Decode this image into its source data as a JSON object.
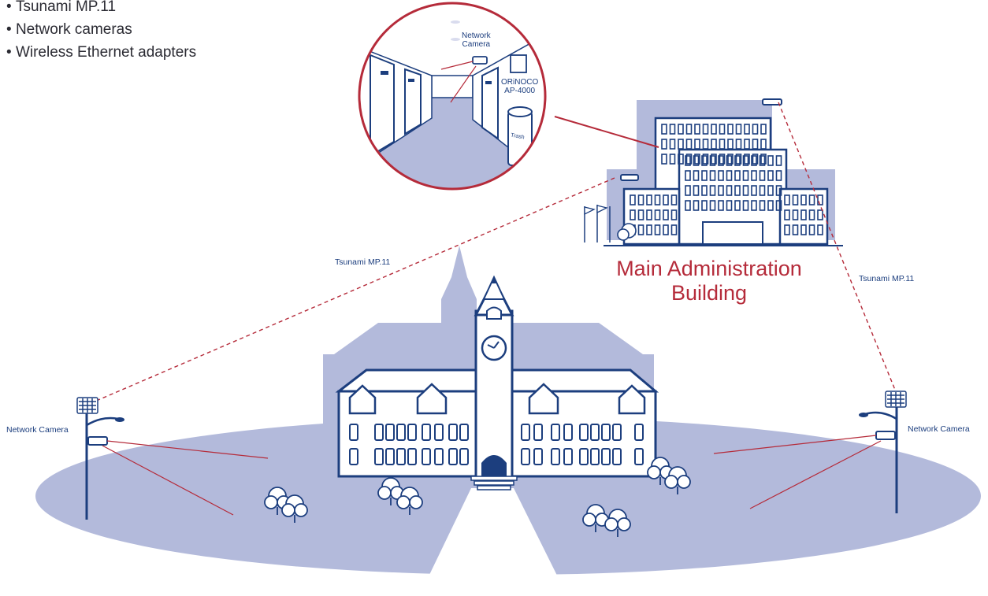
{
  "bullets": {
    "items": [
      "Tsunami MP.11",
      "Network cameras",
      "Wireless Ethernet adapters"
    ]
  },
  "labels": {
    "tsunami_left": "Tsunami MP.11",
    "tsunami_right": "Tsunami MP.11",
    "camera_left": "Network Camera",
    "camera_right": "Network Camera",
    "inset_camera_line1": "Network",
    "inset_camera_line2": "Camera",
    "inset_ap_line1": "ORiNOCO",
    "inset_ap_line2": "AP-4000",
    "trash": "Trash",
    "main_building_line1": "Main Administration",
    "main_building_line2": "Building"
  },
  "colors": {
    "navy": "#1c3e7e",
    "lavender": "#b3badb",
    "lavender_dark": "#9aa3cc",
    "red": "#b52b3a",
    "text": "#2b2b33"
  }
}
